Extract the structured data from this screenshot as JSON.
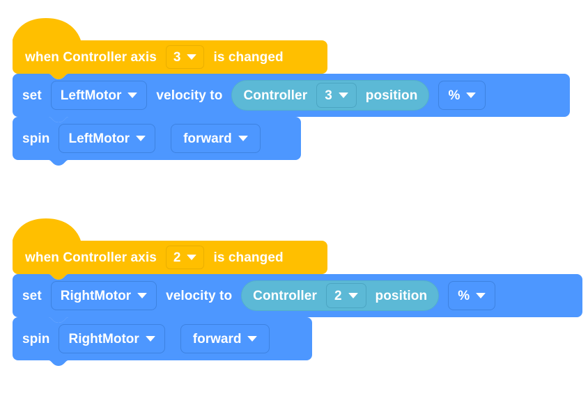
{
  "app": {
    "kind": "block-programming-canvas",
    "background": "#ffffff",
    "palette": {
      "event_hat": "#ffbf00",
      "event_hat_field": "#ffbf00",
      "motion_block": "#4d97ff",
      "motion_field": "#4d97ff",
      "reporter_block": "#5cb9d6",
      "text": "#ffffff"
    }
  },
  "scripts": [
    {
      "id": "script-1",
      "hat": {
        "name": "when-controller-axis-changed-hat",
        "text_before": "when Controller axis",
        "dropdown": {
          "name": "axis-dropdown",
          "value": "3"
        },
        "text_after": "is changed"
      },
      "blocks": [
        {
          "name": "set-motor-velocity-block",
          "text_1": "set",
          "dropdown_1": {
            "name": "motor-dropdown",
            "value": "LeftMotor"
          },
          "text_2": "velocity to",
          "reporter": {
            "name": "controller-axis-position-reporter",
            "text_1": "Controller",
            "dropdown": {
              "name": "controller-axis-dropdown",
              "value": "3"
            },
            "text_2": "position"
          },
          "dropdown_2": {
            "name": "units-dropdown",
            "value": "%"
          }
        },
        {
          "name": "spin-motor-block",
          "text_1": "spin",
          "dropdown_1": {
            "name": "motor-dropdown",
            "value": "LeftMotor"
          },
          "dropdown_2": {
            "name": "direction-dropdown",
            "value": "forward"
          }
        }
      ]
    },
    {
      "id": "script-2",
      "hat": {
        "name": "when-controller-axis-changed-hat",
        "text_before": "when Controller axis",
        "dropdown": {
          "name": "axis-dropdown",
          "value": "2"
        },
        "text_after": "is changed"
      },
      "blocks": [
        {
          "name": "set-motor-velocity-block",
          "text_1": "set",
          "dropdown_1": {
            "name": "motor-dropdown",
            "value": "RightMotor"
          },
          "text_2": "velocity to",
          "reporter": {
            "name": "controller-axis-position-reporter",
            "text_1": "Controller",
            "dropdown": {
              "name": "controller-axis-dropdown",
              "value": "2"
            },
            "text_2": "position"
          },
          "dropdown_2": {
            "name": "units-dropdown",
            "value": "%"
          }
        },
        {
          "name": "spin-motor-block",
          "text_1": "spin",
          "dropdown_1": {
            "name": "motor-dropdown",
            "value": "RightMotor"
          },
          "dropdown_2": {
            "name": "direction-dropdown",
            "value": "forward"
          }
        }
      ]
    }
  ]
}
